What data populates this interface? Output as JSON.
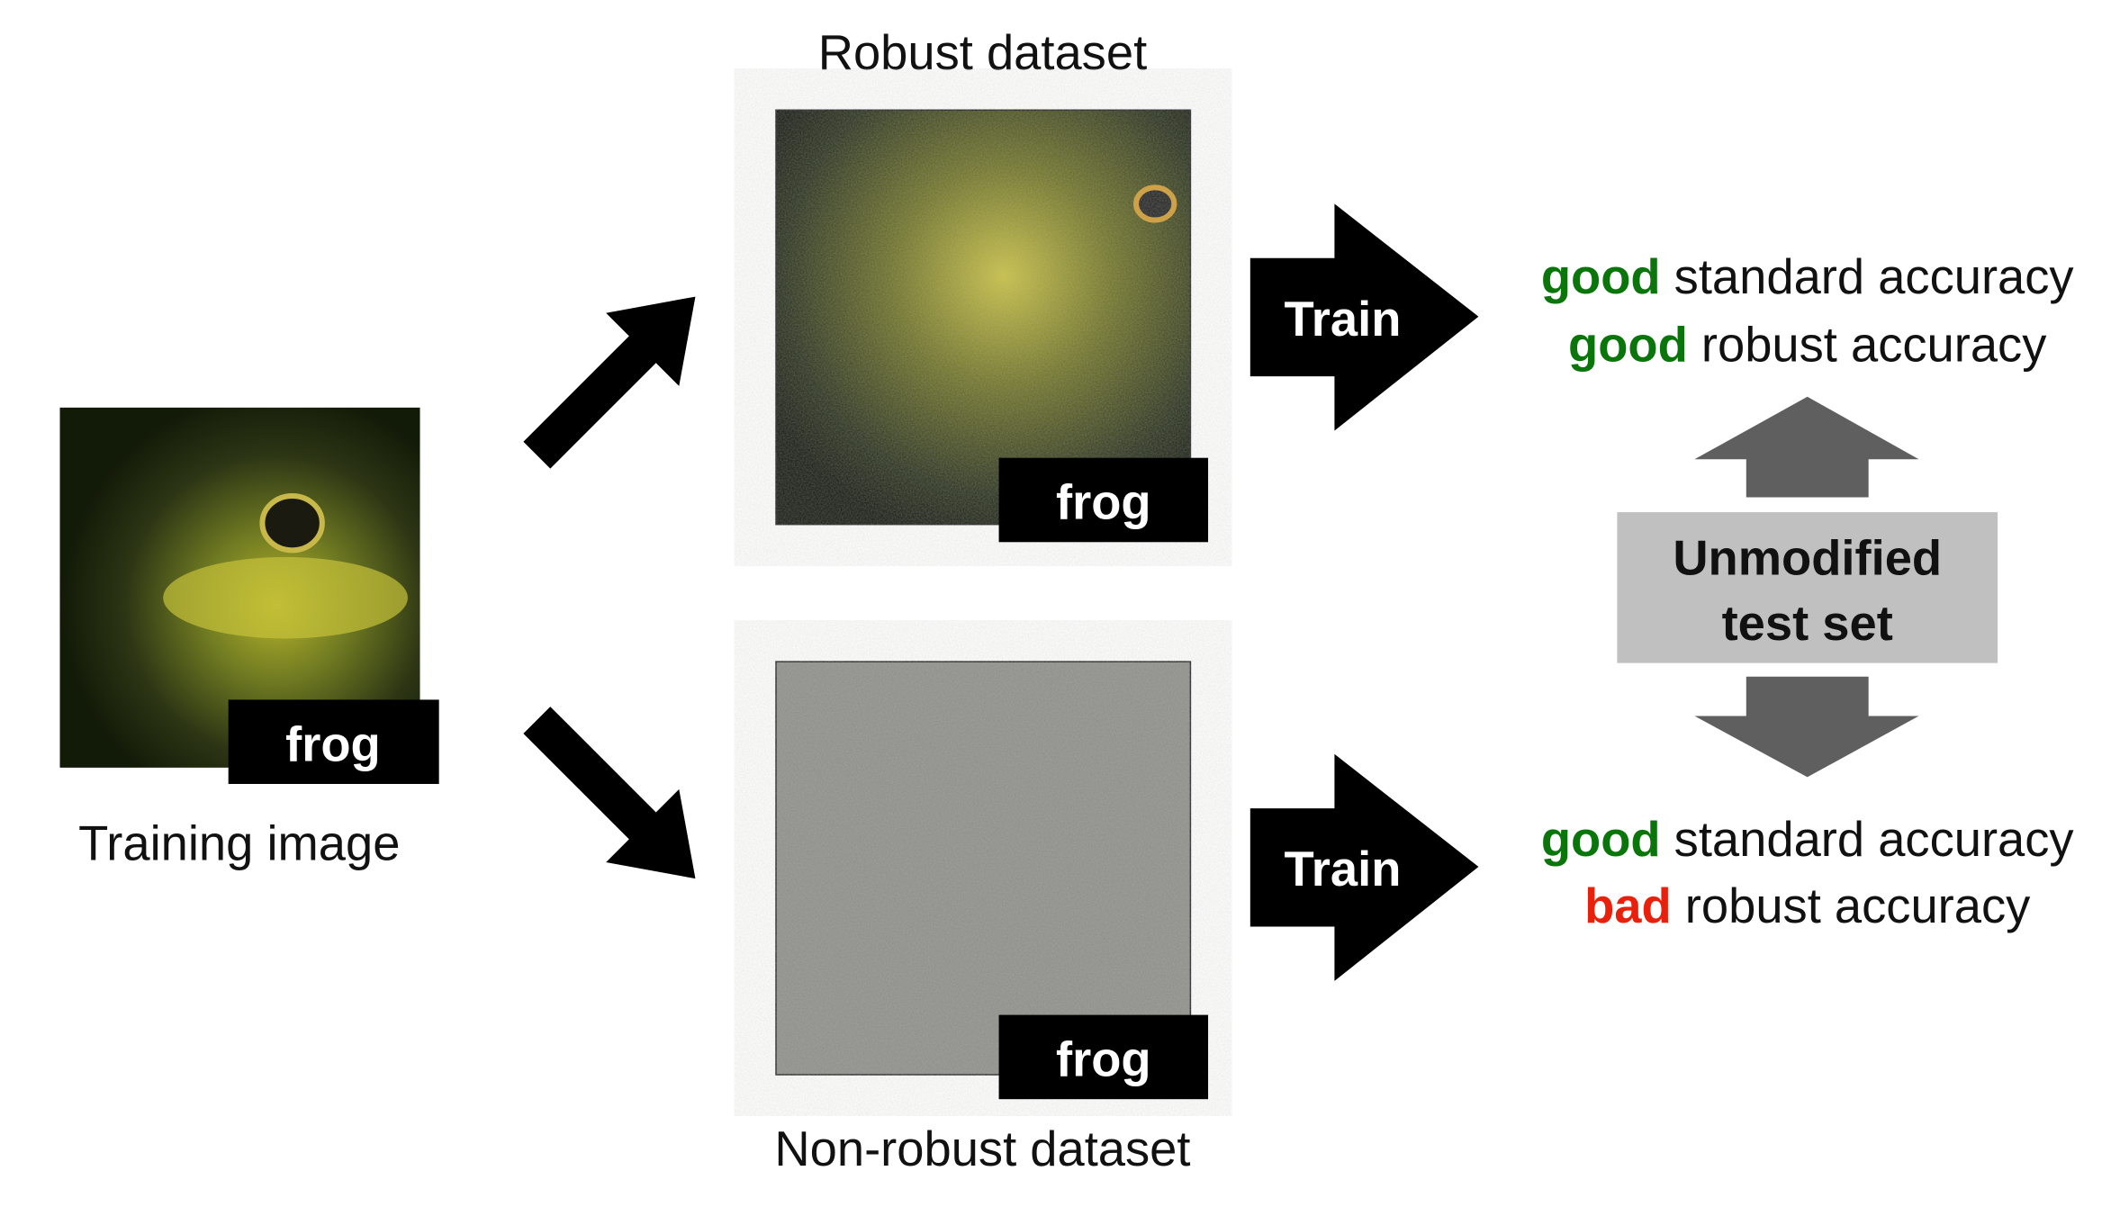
{
  "training": {
    "caption": "Training image",
    "tag": "frog"
  },
  "robust": {
    "title": "Robust dataset",
    "tag": "frog",
    "train_label": "Train",
    "result": [
      {
        "quality": "good",
        "rest": " standard accuracy"
      },
      {
        "quality": "good",
        "rest": " robust accuracy"
      }
    ]
  },
  "nonrobust": {
    "title": "Non-robust dataset",
    "tag": "frog",
    "train_label": "Train",
    "result": [
      {
        "quality": "good",
        "rest": " standard accuracy"
      },
      {
        "quality": "bad",
        "rest": " robust accuracy"
      }
    ]
  },
  "testset": {
    "line1": "Unmodified",
    "line2": "test set"
  },
  "colors": {
    "good": "#0a750a",
    "bad": "#e8200c",
    "gray_box": "#c0c0c0",
    "gray_arrow": "#5f5f5f"
  }
}
